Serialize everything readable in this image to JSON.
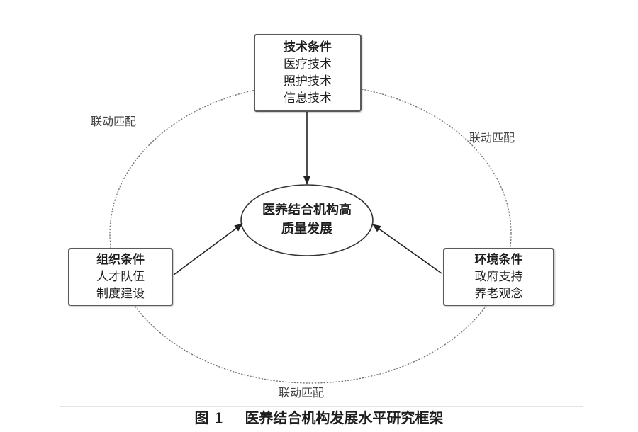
{
  "colors": {
    "box_border": "#5a5a5a",
    "text": "#1e1e1e",
    "cycle_line": "#777777",
    "arrow": "#222222",
    "label": "#444444"
  },
  "diagram": {
    "center_node": {
      "lines": [
        "医养结合机构高",
        "质量发展"
      ]
    },
    "nodes": [
      {
        "title": "技术条件",
        "items": [
          "医疗技术",
          "照护技术",
          "信息技术"
        ]
      },
      {
        "title": "组织条件",
        "items": [
          "人才队伍",
          "制度建设"
        ]
      },
      {
        "title": "环境条件",
        "items": [
          "政府支持",
          "养老观念"
        ]
      }
    ],
    "cycle_labels": [
      "联动匹配",
      "联动匹配",
      "联动匹配"
    ]
  },
  "caption": {
    "label": "图 1",
    "text": "医养结合机构发展水平研究框架"
  }
}
